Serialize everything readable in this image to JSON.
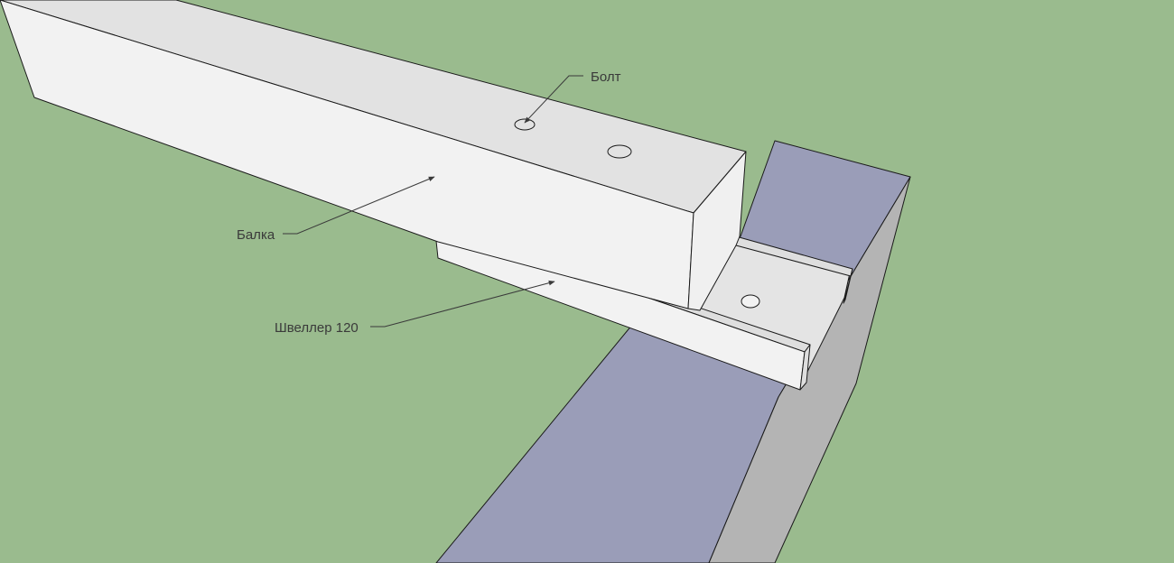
{
  "colors": {
    "ground": "#9abb8e",
    "wall_top": "#9a9db8",
    "wall_side": "#b4b4b4",
    "beam_front": "#f2f2f2",
    "beam_top": "#e2e2e2",
    "beam_end": "#f0f0f0",
    "channel_face": "#f2f2f2",
    "channel_inner": "#e4e4e4",
    "channel_flange_top": "#dedede",
    "edge": "#1a1a1a",
    "label_text": "#3a3a3a"
  },
  "labels": {
    "bolt": "Болт",
    "beam": "Балка",
    "channel": "Швеллер 120"
  }
}
